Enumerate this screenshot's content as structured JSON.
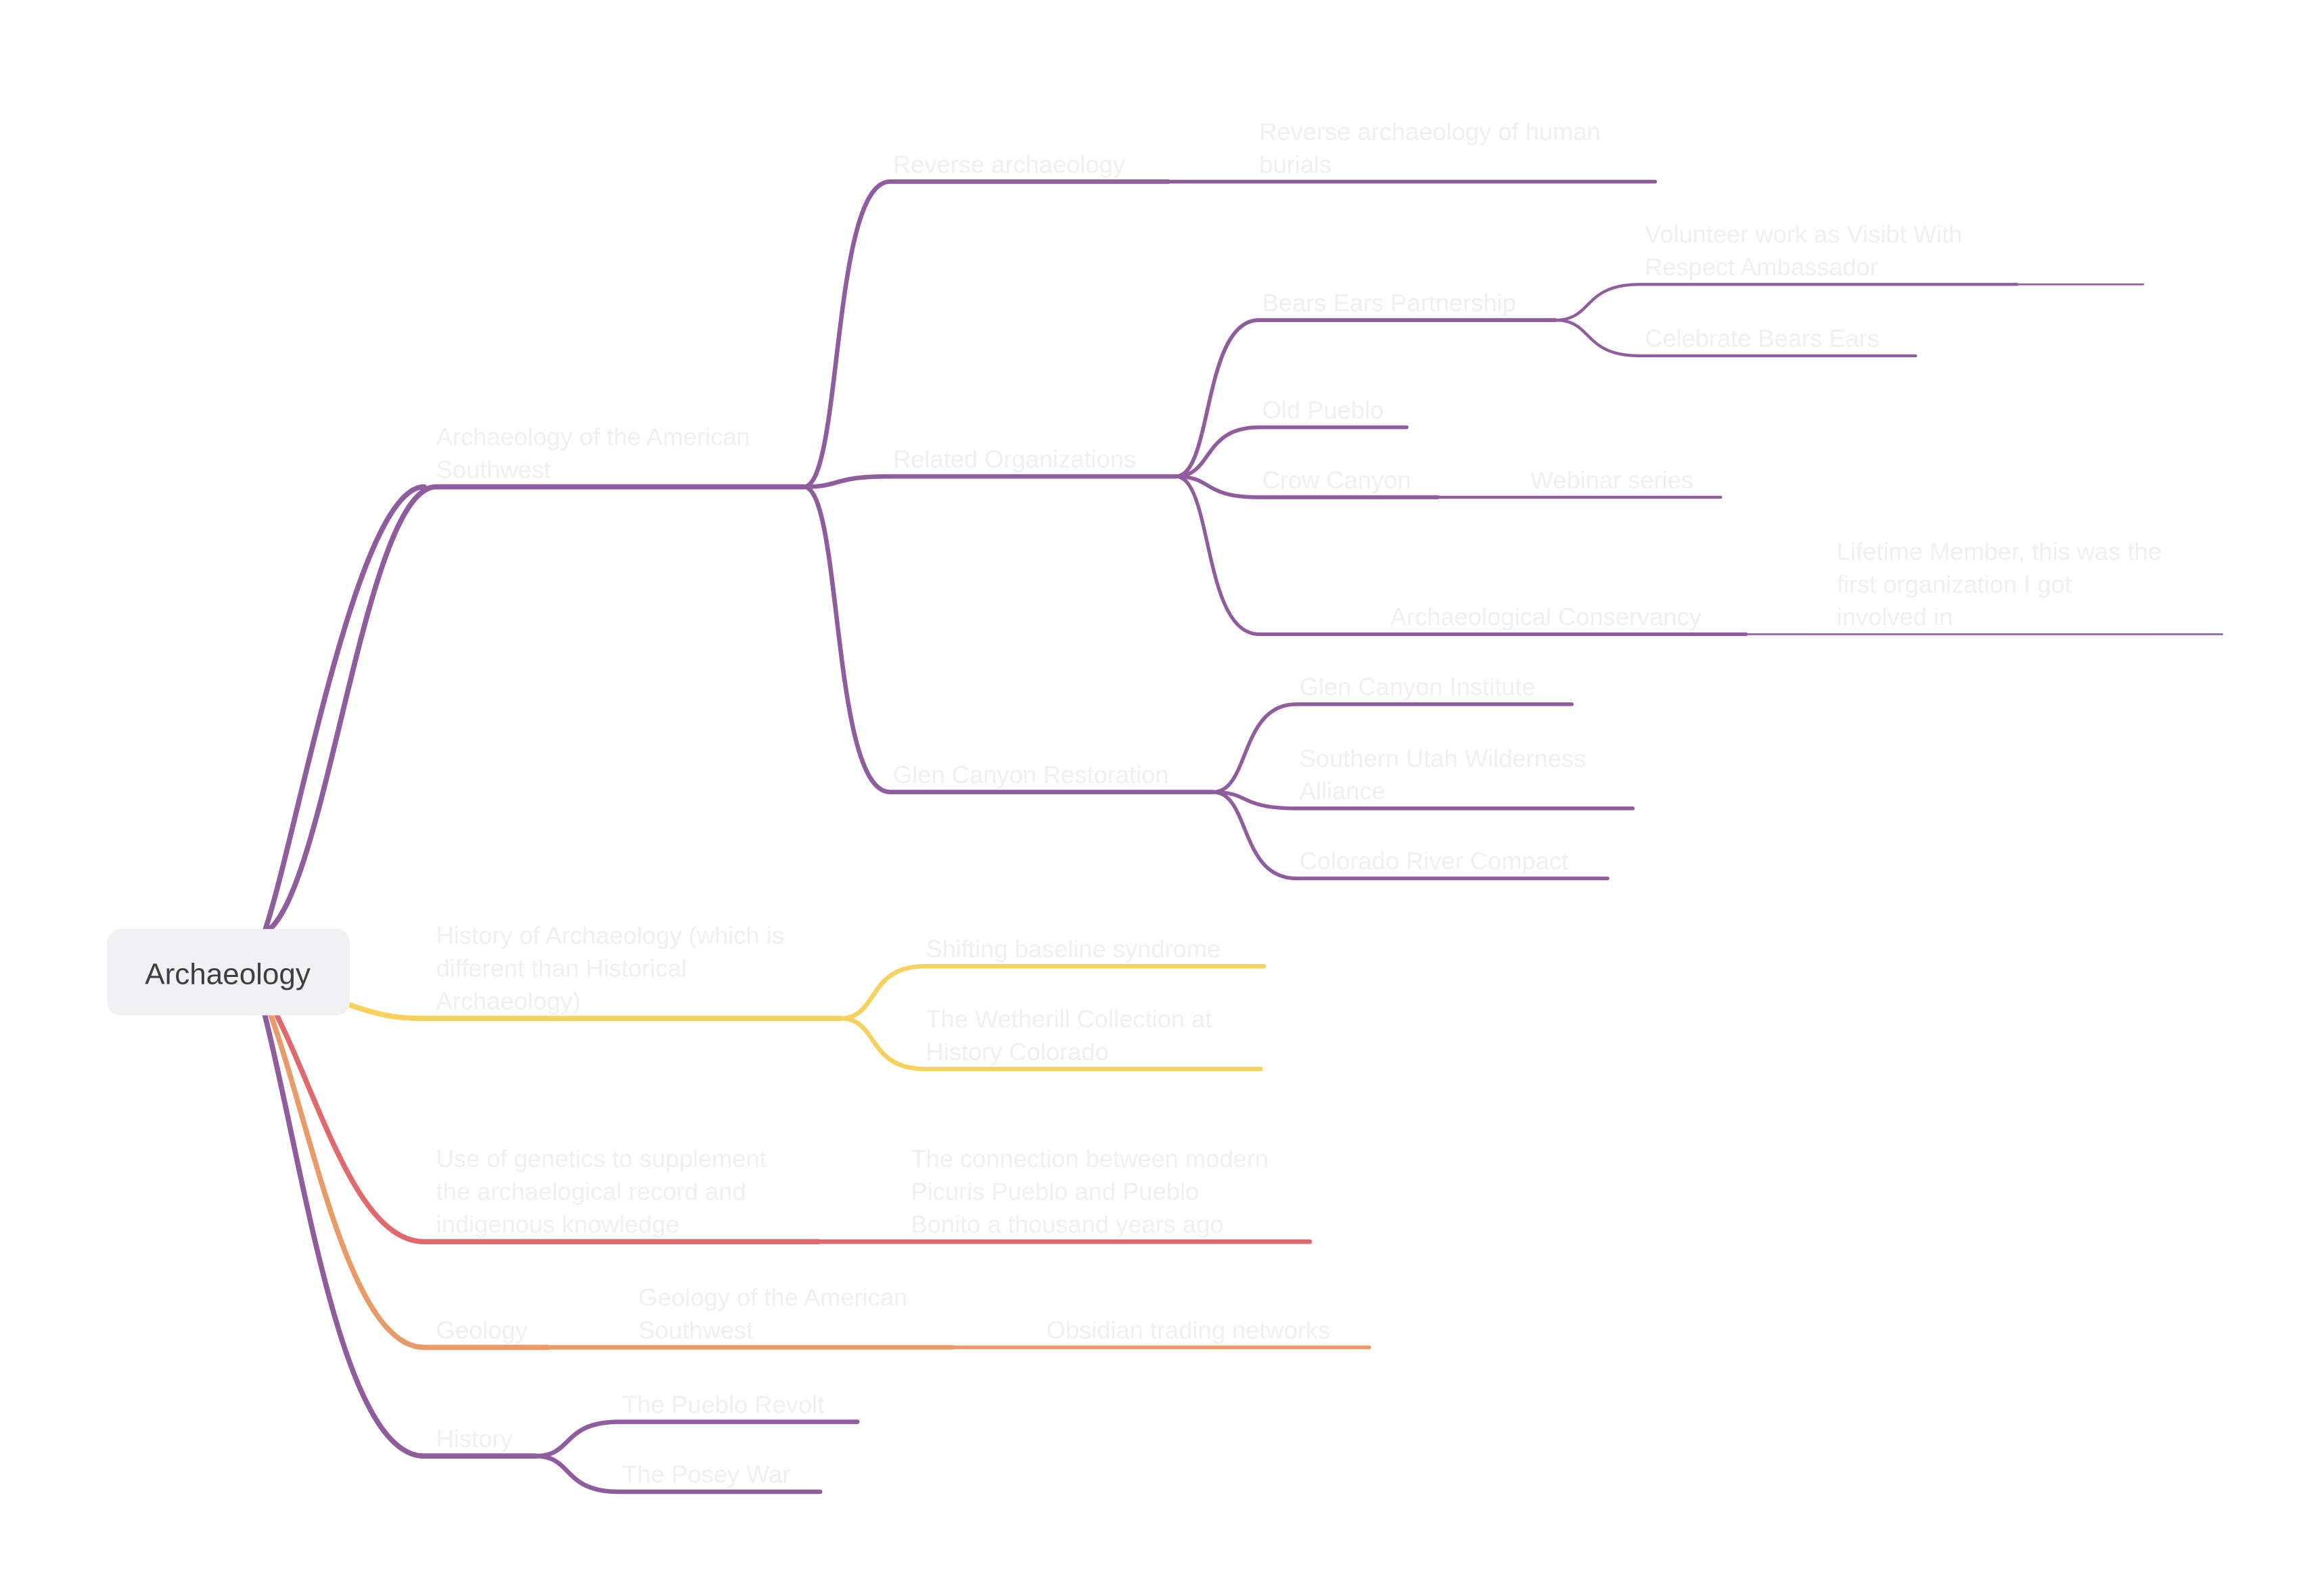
{
  "colors": {
    "purple": "#8f5c9e",
    "yellow": "#f7d15c",
    "red": "#e0696e",
    "orange": "#e89a67",
    "label": "#f0f0f2",
    "root_bg": "#f1f1f3",
    "root_text": "#3e3e40"
  },
  "root": {
    "label": "Archaeology"
  },
  "topics": [
    {
      "label": "Archaeology of the American Southwest",
      "color": "purple",
      "children": [
        {
          "label": "Reverse archaeology",
          "children": [
            {
              "label": "Reverse archaeology of human burials"
            }
          ]
        },
        {
          "label": "Related Organizations",
          "children": [
            {
              "label": "Bears Ears Partnership",
              "children": [
                {
                  "label": "Volunteer work as Visibt With Respect Ambassador"
                },
                {
                  "label": "Celebrate Bears Ears"
                }
              ]
            },
            {
              "label": "Old Pueblo"
            },
            {
              "label": "Crow Canyon",
              "children": [
                {
                  "label": "Webinar series"
                }
              ]
            },
            {
              "label": "Archaeological Conservancy",
              "children": [
                {
                  "label": "Lifetime Member, this was the first organization I got involved in"
                }
              ]
            }
          ]
        },
        {
          "label": "Glen Canyon Restoration",
          "children": [
            {
              "label": "Glen Canyon Institute"
            },
            {
              "label": "Southern Utah Wilderness Alliance"
            },
            {
              "label": "Colorado River Compact"
            }
          ]
        }
      ]
    },
    {
      "label": "History of Archaeology (which is different than Historical Archaeology)",
      "color": "yellow",
      "children": [
        {
          "label": "Shifting baseline syndrome"
        },
        {
          "label": "The Wetherill Collection at History Colorado"
        }
      ]
    },
    {
      "label": "Use of genetics to supplement the archaelogical record and indigenous knowledge",
      "color": "red",
      "children": [
        {
          "label": "The connection between modern Picuris Pueblo and Pueblo Bonito a thousand years ago"
        }
      ]
    },
    {
      "label": "Geology",
      "color": "orange",
      "children": [
        {
          "label": "Geology of the American Southwest",
          "children": [
            {
              "label": "Obsidian trading networks"
            }
          ]
        }
      ]
    },
    {
      "label": "History",
      "color": "purple",
      "children": [
        {
          "label": "The Pueblo Revolt"
        },
        {
          "label": "The Posey War"
        }
      ]
    }
  ]
}
